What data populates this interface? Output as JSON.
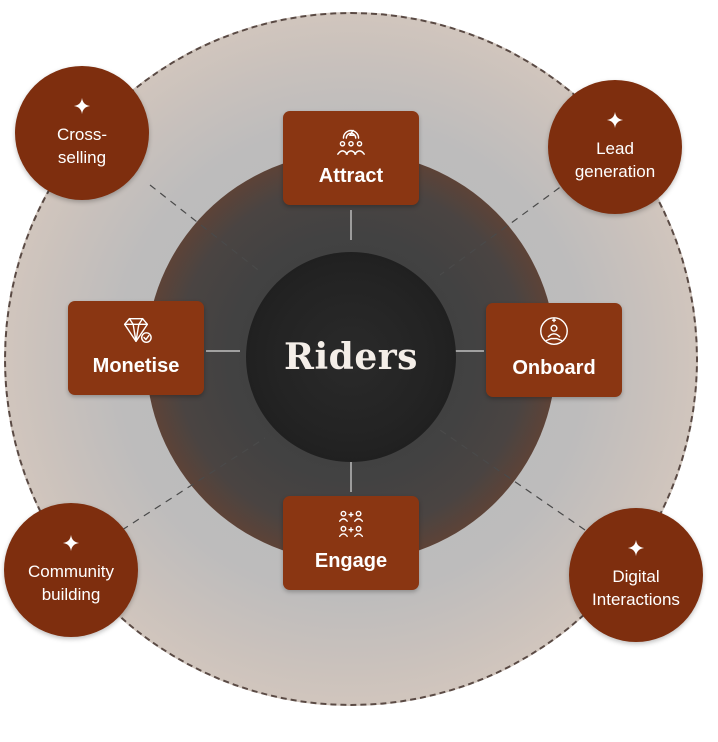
{
  "center": {
    "label": "Riders"
  },
  "stages": [
    {
      "id": "attract",
      "label": "Attract",
      "icon": "crowd-magnet-icon"
    },
    {
      "id": "onboard",
      "label": "Onboard",
      "icon": "user-handshake-icon"
    },
    {
      "id": "engage",
      "label": "Engage",
      "icon": "group-network-icon"
    },
    {
      "id": "monetise",
      "label": "Monetise",
      "icon": "diamond-check-icon"
    }
  ],
  "outcomes": [
    {
      "id": "lead-generation",
      "label": "Lead generation",
      "icon": "sparkle-icon"
    },
    {
      "id": "digital-interactions",
      "label": "Digital Interactions",
      "icon": "sparkle-icon"
    },
    {
      "id": "community-building",
      "label": "Community building",
      "icon": "sparkle-icon"
    },
    {
      "id": "cross-selling",
      "label": "Cross-selling",
      "icon": "sparkle-icon"
    }
  ],
  "colors": {
    "card": "#8a3612",
    "bubble": "#7e2e0e",
    "core": "#232323",
    "outer_ring": "#dccdbf"
  }
}
